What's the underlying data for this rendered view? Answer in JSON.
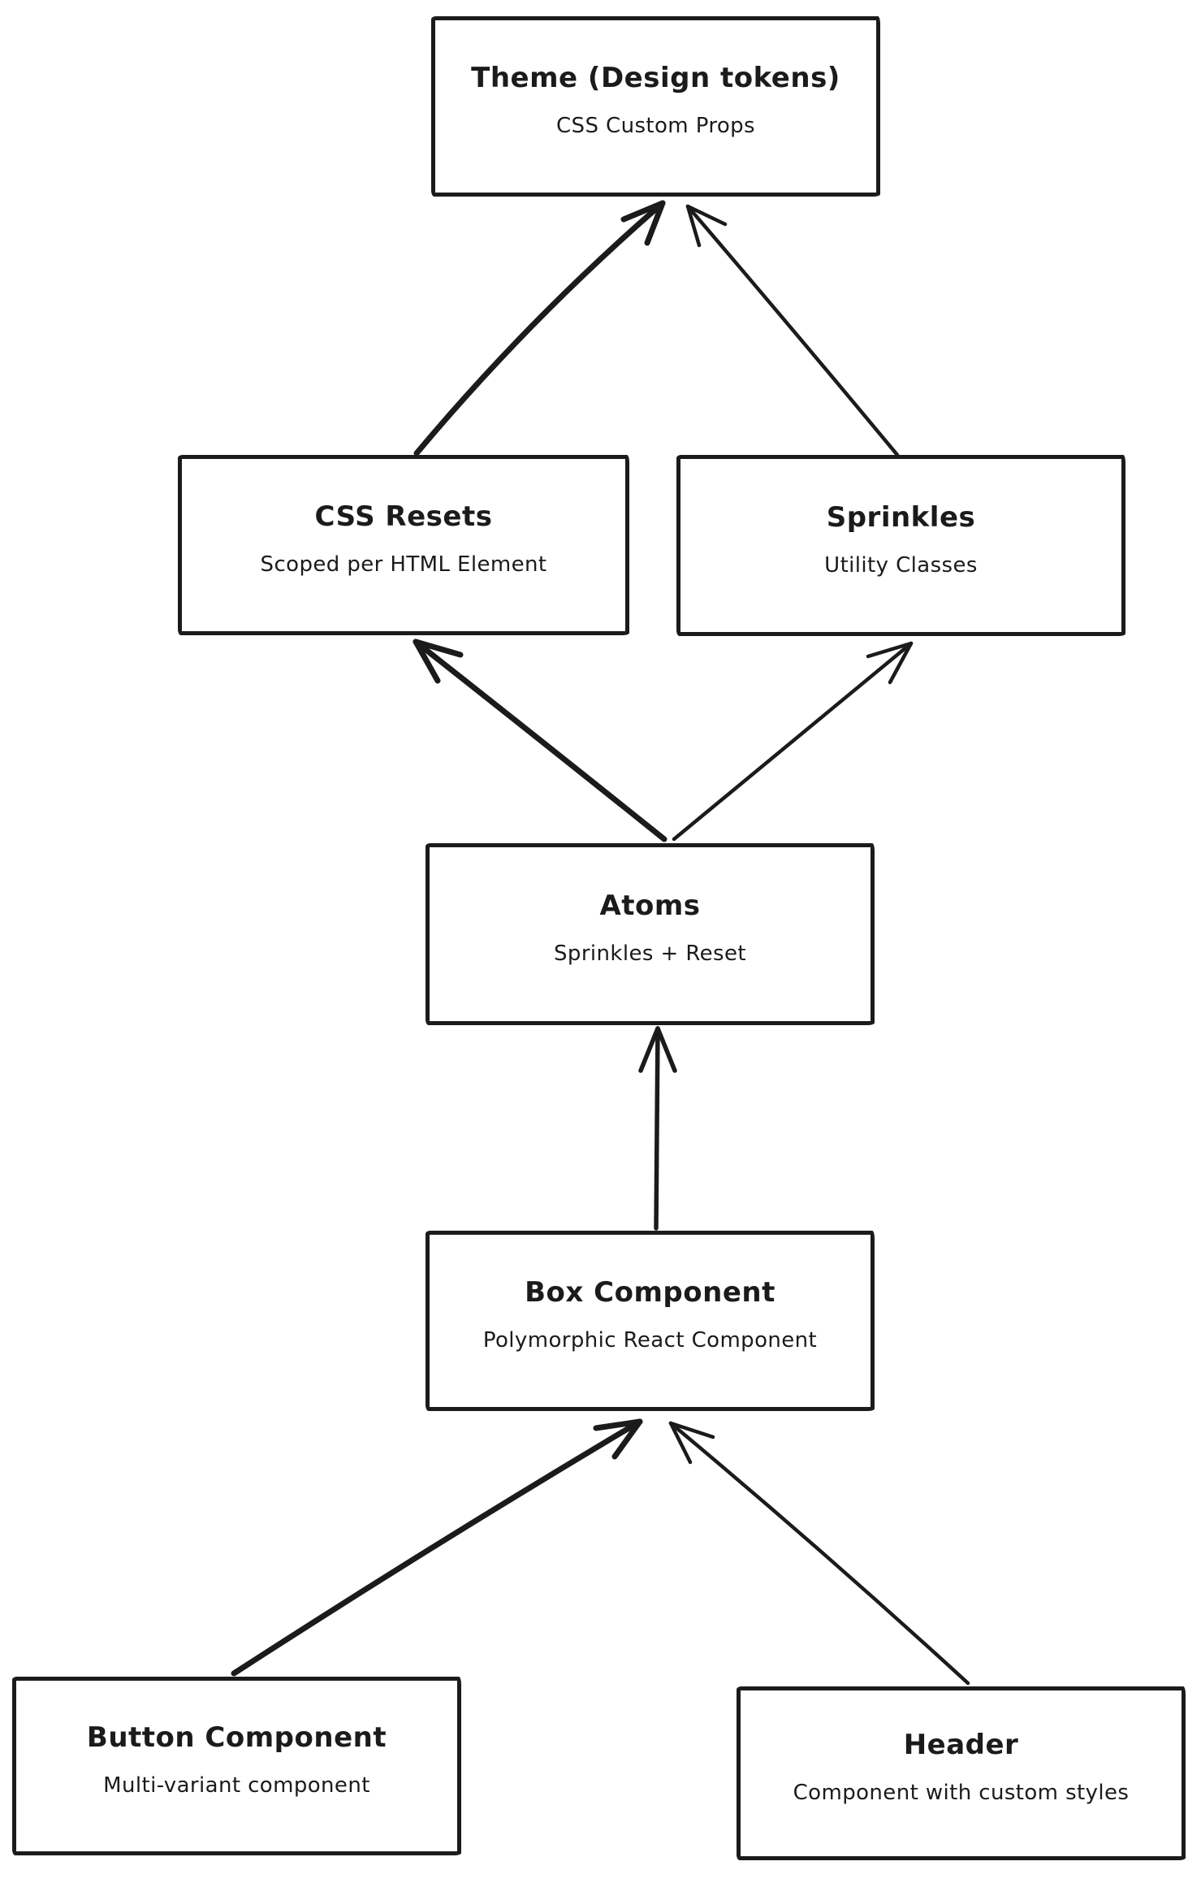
{
  "diagram": {
    "style": {
      "ink_color": "#1b1b1b",
      "background_color": "#ffffff"
    },
    "nodes": [
      {
        "id": "theme",
        "title": "Theme (Design tokens)",
        "subtitle": "CSS Custom Props"
      },
      {
        "id": "css-resets",
        "title": "CSS Resets",
        "subtitle": "Scoped per HTML Element"
      },
      {
        "id": "sprinkles",
        "title": "Sprinkles",
        "subtitle": "Utility Classes"
      },
      {
        "id": "atoms",
        "title": "Atoms",
        "subtitle": "Sprinkles + Reset"
      },
      {
        "id": "box-component",
        "title": "Box Component",
        "subtitle": "Polymorphic React Component"
      },
      {
        "id": "button-component",
        "title": "Button Component",
        "subtitle": "Multi-variant component"
      },
      {
        "id": "header",
        "title": "Header",
        "subtitle": "Component with custom styles"
      }
    ],
    "edges": [
      {
        "from": "css-resets",
        "to": "theme"
      },
      {
        "from": "sprinkles",
        "to": "theme"
      },
      {
        "from": "atoms",
        "to": "css-resets"
      },
      {
        "from": "atoms",
        "to": "sprinkles"
      },
      {
        "from": "box-component",
        "to": "atoms"
      },
      {
        "from": "button-component",
        "to": "box-component"
      },
      {
        "from": "header",
        "to": "box-component"
      }
    ]
  }
}
